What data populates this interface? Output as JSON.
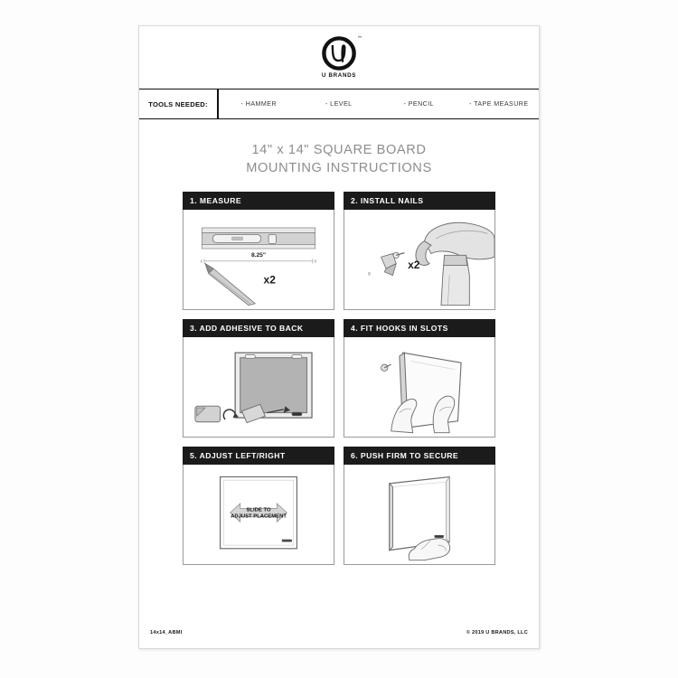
{
  "document": {
    "title_line_1": "14\" x 14\" SQUARE BOARD",
    "title_line_2": "MOUNTING INSTRUCTIONS"
  },
  "brand": {
    "logo_icon": "u-brands-circle-logo",
    "wordmark": "U BRANDS",
    "trademark": "™"
  },
  "tools": {
    "label": "TOOLS NEEDED:",
    "items": [
      {
        "label": "- HAMMER"
      },
      {
        "label": "- LEVEL"
      },
      {
        "label": "- PENCIL"
      },
      {
        "label": "- TAPE MEASURE"
      }
    ]
  },
  "steps": [
    {
      "heading": "1. MEASURE",
      "illustration": "level-ruler-pencil-measure",
      "dimension_label": "8.25\"",
      "quantity_label": "x2",
      "mark_label": "x"
    },
    {
      "heading": "2. INSTALL NAILS",
      "illustration": "hammer-and-nail",
      "quantity_label": "x2",
      "mark_label": "x"
    },
    {
      "heading": "3. ADD ADHESIVE TO BACK",
      "illustration": "board-back-with-adhesive-pads"
    },
    {
      "heading": "4. FIT HOOKS IN SLOTS",
      "illustration": "hands-hanging-board-on-hooks"
    },
    {
      "heading": "5. ADJUST LEFT/RIGHT",
      "illustration": "board-with-slide-arrow",
      "arrow_line_1": "SLIDE TO",
      "arrow_line_2": "ADJUST PLACEMENT"
    },
    {
      "heading": "6. PUSH FIRM TO SECURE",
      "illustration": "hand-pressing-board-to-wall"
    }
  ],
  "footer": {
    "code": "14x14_ABMI",
    "copyright": "© 2019 U BRANDS, LLC"
  },
  "colors": {
    "header_bar": "#1b1b1b",
    "title_text": "#8d8d8d",
    "page": "#ffffff",
    "line": "#9a9a9a",
    "illustration_fill": "#b3b3b3"
  }
}
